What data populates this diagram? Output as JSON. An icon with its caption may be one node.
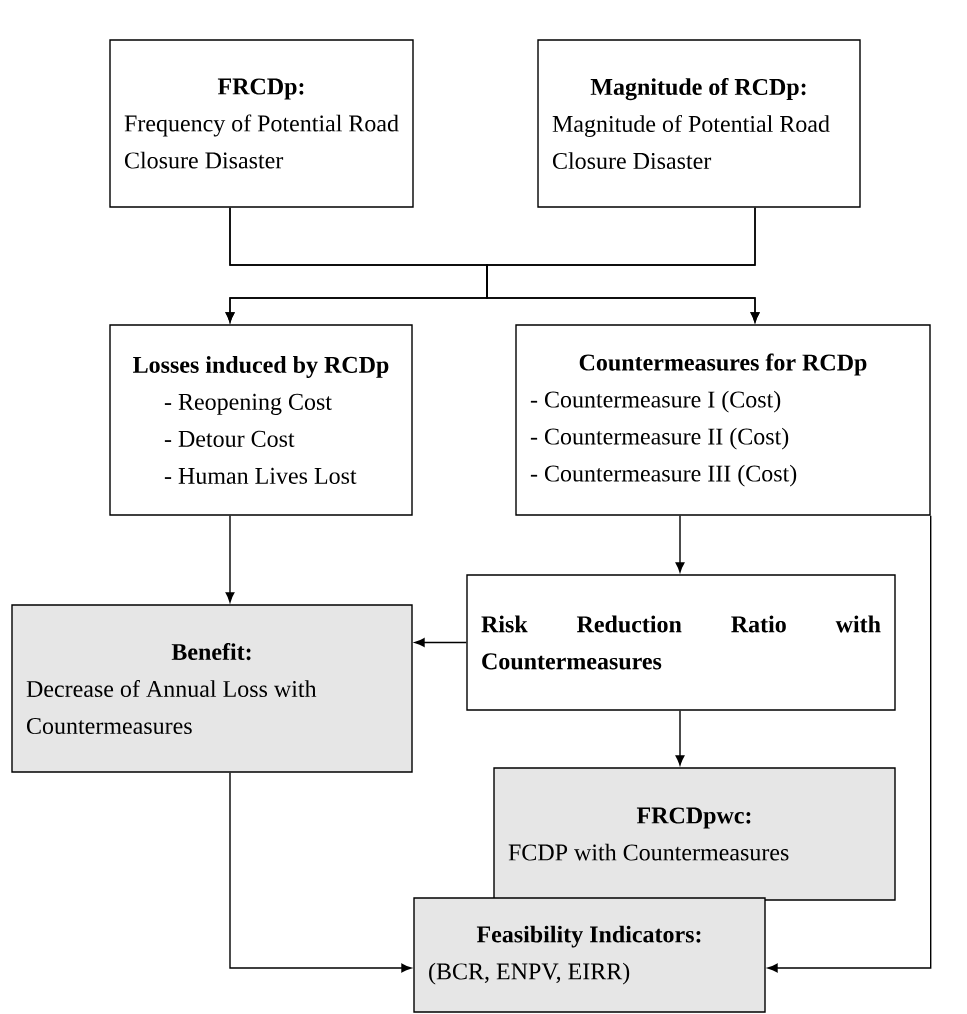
{
  "diagram": {
    "nodes": [
      {
        "text": [
          "FRCDp:",
          "Frequency of Potential Road Closure Disaster"
        ]
      },
      {
        "text": [
          "Magnitude of RCDp:",
          "Magnitude of Potential Road Closure Disaster"
        ]
      },
      {
        "text": [
          "Losses induced by RCDp",
          "- Reopening Cost",
          "- Detour Cost",
          "- Human Lives Lost"
        ]
      },
      {
        "text": [
          "Countermeasures for RCDp",
          "- Countermeasure I (Cost)",
          "- Countermeasure II (Cost)",
          "- Countermeasure III (Cost)"
        ]
      },
      {
        "text": [
          "Risk Reduction Ratio with Countermeasures"
        ]
      },
      {
        "text": [
          "Benefit:",
          "Decrease of Annual Loss with Countermeasures"
        ]
      },
      {
        "text": [
          "FRCDpwc:",
          "FCDP with Countermeasures"
        ]
      },
      {
        "text": [
          "Feasibility Indicators:",
          "(BCR, ENPV, EIRR)"
        ]
      }
    ],
    "edges": [
      {
        "from": 0,
        "to": 2,
        "arrow": "to"
      },
      {
        "from": 0,
        "to": 3,
        "arrow": "to"
      },
      {
        "from": 1,
        "to": 2,
        "arrow": "to"
      },
      {
        "from": 1,
        "to": 3,
        "arrow": "to"
      },
      {
        "from": 3,
        "to": 4,
        "arrow": "to"
      },
      {
        "from": 2,
        "to": 5,
        "arrow": "to"
      },
      {
        "from": 4,
        "to": 5,
        "arrow": "to"
      },
      {
        "from": 4,
        "to": 6,
        "arrow": "to"
      },
      {
        "from": 5,
        "to": 7,
        "arrow": "to"
      },
      {
        "from": 3,
        "to": 7,
        "arrow": "to"
      }
    ]
  }
}
